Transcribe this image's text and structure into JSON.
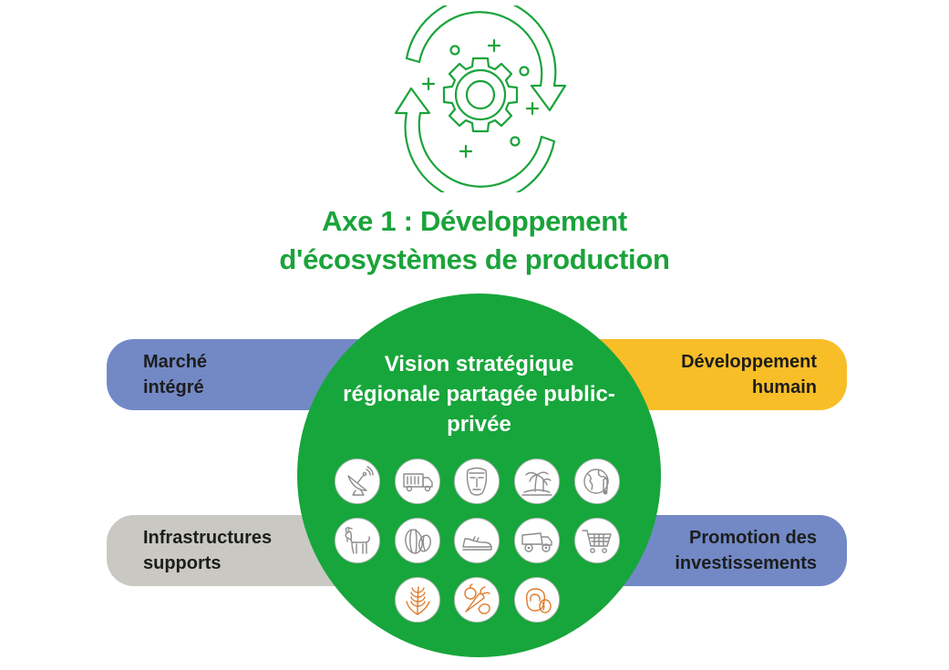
{
  "title": {
    "line1": "Axe 1 : Développement",
    "line2": "d'écosystèmes de production"
  },
  "center": {
    "line1": "Vision stratégique",
    "line2": "régionale partagée public-",
    "line3": "privée"
  },
  "pills": {
    "top_left": {
      "line1": "Marché",
      "line2": "intégré",
      "color": "#7289c6"
    },
    "top_right": {
      "line1": "Développement",
      "line2": "humain",
      "color": "#f8be27"
    },
    "bottom_left": {
      "line1": "Infrastructures",
      "line2": "supports",
      "color": "#c9c8c2"
    },
    "bottom_right": {
      "line1": "Promotion des",
      "line2": "investissements",
      "color": "#7289c6"
    }
  },
  "colors": {
    "accent_green": "#1aa33a",
    "circle_green": "#17a63b",
    "icon_gray": "#8c8c8c",
    "icon_orange": "#e07b2a"
  },
  "icons": [
    "satellite-dish-icon",
    "truck-icon",
    "mask-icon",
    "palm-island-icon",
    "climate-globe-icon",
    "goat-icon",
    "cocoa-pod-icon",
    "shoe-icon",
    "mining-truck-icon",
    "shopping-cart-icon",
    "cereal-icon",
    "vegetables-icon",
    "nuts-icon"
  ]
}
